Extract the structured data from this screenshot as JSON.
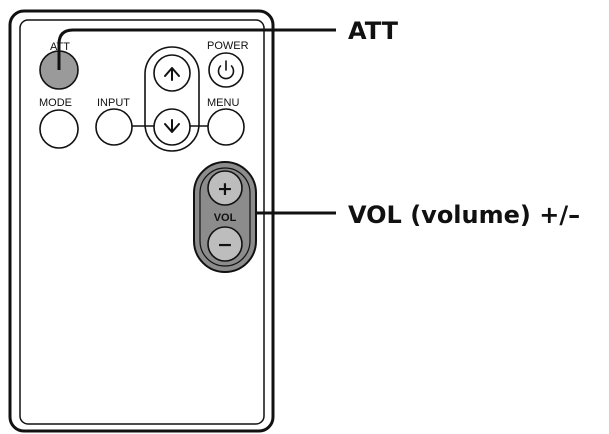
{
  "remote": {
    "buttons": {
      "att": "ATT",
      "power": "POWER",
      "mode": "MODE",
      "input": "INPUT",
      "menu": "MENU",
      "vol": "VOL",
      "vol_plus": "+",
      "vol_minus": "−"
    }
  },
  "callouts": {
    "att": "ATT",
    "volume": "VOL (volume) +/–"
  },
  "colors": {
    "outline": "#111111",
    "att_button_fill": "#9a9a9a",
    "volume_rocker_fill": "#8c8c8c",
    "volume_key_fill": "#bdbdbd"
  },
  "icons": {
    "power": "power-icon",
    "up": "arrow-up-icon",
    "down": "arrow-down-icon"
  }
}
